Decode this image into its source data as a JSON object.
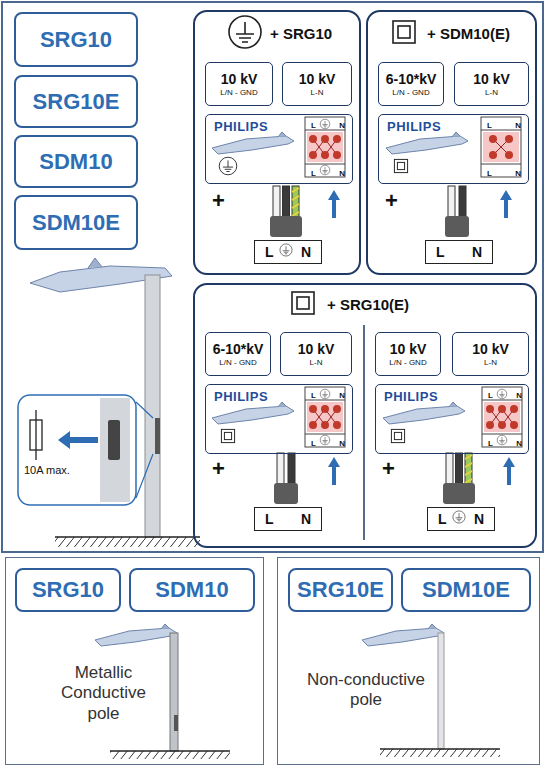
{
  "diagram": {
    "nodes": [
      {
        "text": [
          "SRG10"
        ]
      },
      {
        "text": [
          "SRG10E"
        ]
      },
      {
        "text": [
          "SDM10"
        ]
      },
      {
        "text": [
          "SDM10E"
        ]
      },
      {
        "text": [
          "+ SRG10"
        ]
      },
      {
        "text": [
          "10 kV",
          "L/N - GND"
        ],
        "in": 4
      },
      {
        "text": [
          "10 kV",
          "L-N"
        ],
        "in": 4
      },
      {
        "text": [
          "PHILIPS"
        ],
        "in": 4
      },
      {
        "text": [
          "L",
          "N",
          "L",
          "N"
        ],
        "in": 7
      },
      {
        "text": [
          "L",
          "N"
        ],
        "in": 4
      },
      {
        "text": [
          "+ SDM10(E)"
        ]
      },
      {
        "text": [
          "6-10*kV",
          "L/N - GND"
        ],
        "in": 10
      },
      {
        "text": [
          "10 kV",
          "L-N"
        ],
        "in": 10
      },
      {
        "text": [
          "PHILIPS"
        ],
        "in": 10
      },
      {
        "text": [
          "L",
          "N",
          "L",
          "N"
        ],
        "in": 13
      },
      {
        "text": [
          "L",
          "N"
        ],
        "in": 10
      },
      {
        "text": [
          "+ SRG10(E)"
        ]
      },
      {
        "text": [
          "6-10*kV",
          "L/N - GND"
        ],
        "in": 16
      },
      {
        "text": [
          "10 kV",
          "L-N"
        ],
        "in": 16
      },
      {
        "text": [
          "PHILIPS"
        ],
        "in": 16
      },
      {
        "text": [
          "L",
          "N",
          "L",
          "N"
        ],
        "in": 19
      },
      {
        "text": [
          "L",
          "N"
        ],
        "in": 16
      },
      {
        "text": [
          "10 kV",
          "L/N - GND"
        ],
        "in": 16
      },
      {
        "text": [
          "10 kV",
          "L-N"
        ],
        "in": 16
      },
      {
        "text": [
          "PHILIPS"
        ],
        "in": 16
      },
      {
        "text": [
          "L",
          "N",
          "L",
          "N"
        ],
        "in": 24
      },
      {
        "text": [
          "L",
          "N"
        ],
        "in": 16
      },
      {
        "text": [
          "Metallic Conductive pole"
        ]
      },
      {
        "text": [
          "SRG10"
        ],
        "in": 27
      },
      {
        "text": [
          "SDM10"
        ],
        "in": 27
      },
      {
        "text": [
          "Non-conductive pole"
        ]
      },
      {
        "text": [
          "SRG10E"
        ],
        "in": 30
      },
      {
        "text": [
          "SDM10E"
        ],
        "in": 30
      }
    ],
    "labels": [
      "10A max.",
      "+",
      "+",
      "+",
      "+"
    ]
  }
}
